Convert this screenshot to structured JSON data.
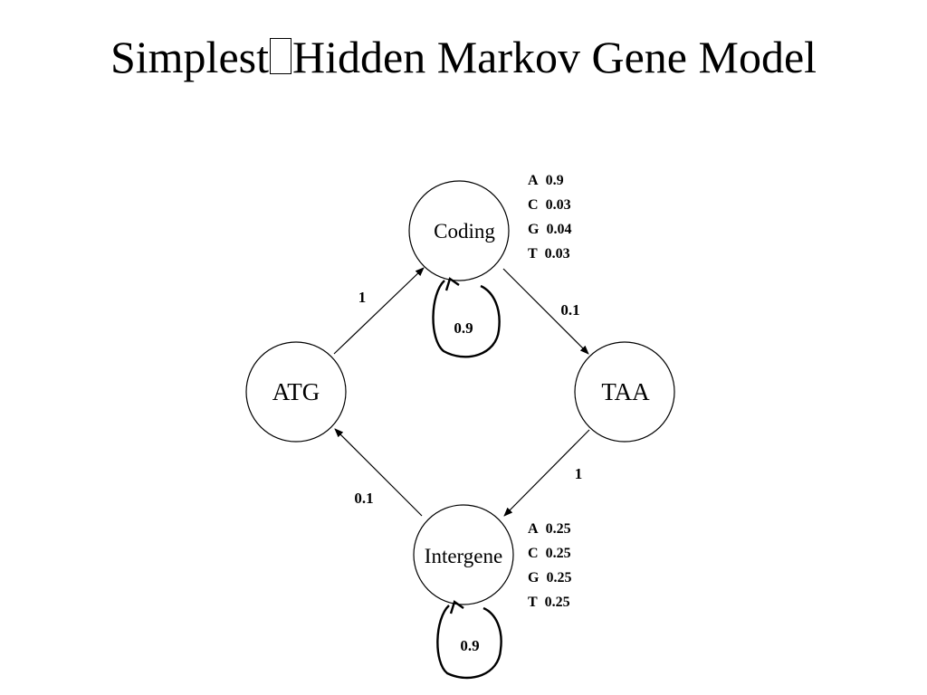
{
  "title": {
    "part1": "Simplest",
    "part2": "Hidden Markov Gene Model"
  },
  "states": {
    "coding": "Coding",
    "atg": "ATG",
    "taa": "TAA",
    "intergene": "Intergene"
  },
  "transitions": {
    "atg_to_coding": "1",
    "coding_self": "0.9",
    "coding_to_taa": "0.1",
    "taa_to_intergene": "1",
    "intergene_to_atg": "0.1",
    "intergene_self": "0.9"
  },
  "emissions": {
    "coding": [
      {
        "base": "A",
        "prob": "0.9"
      },
      {
        "base": "C",
        "prob": "0.03"
      },
      {
        "base": "G",
        "prob": "0.04"
      },
      {
        "base": "T",
        "prob": "0.03"
      }
    ],
    "intergene": [
      {
        "base": "A",
        "prob": "0.25"
      },
      {
        "base": "C",
        "prob": "0.25"
      },
      {
        "base": "G",
        "prob": "0.25"
      },
      {
        "base": "T",
        "prob": "0.25"
      }
    ]
  }
}
